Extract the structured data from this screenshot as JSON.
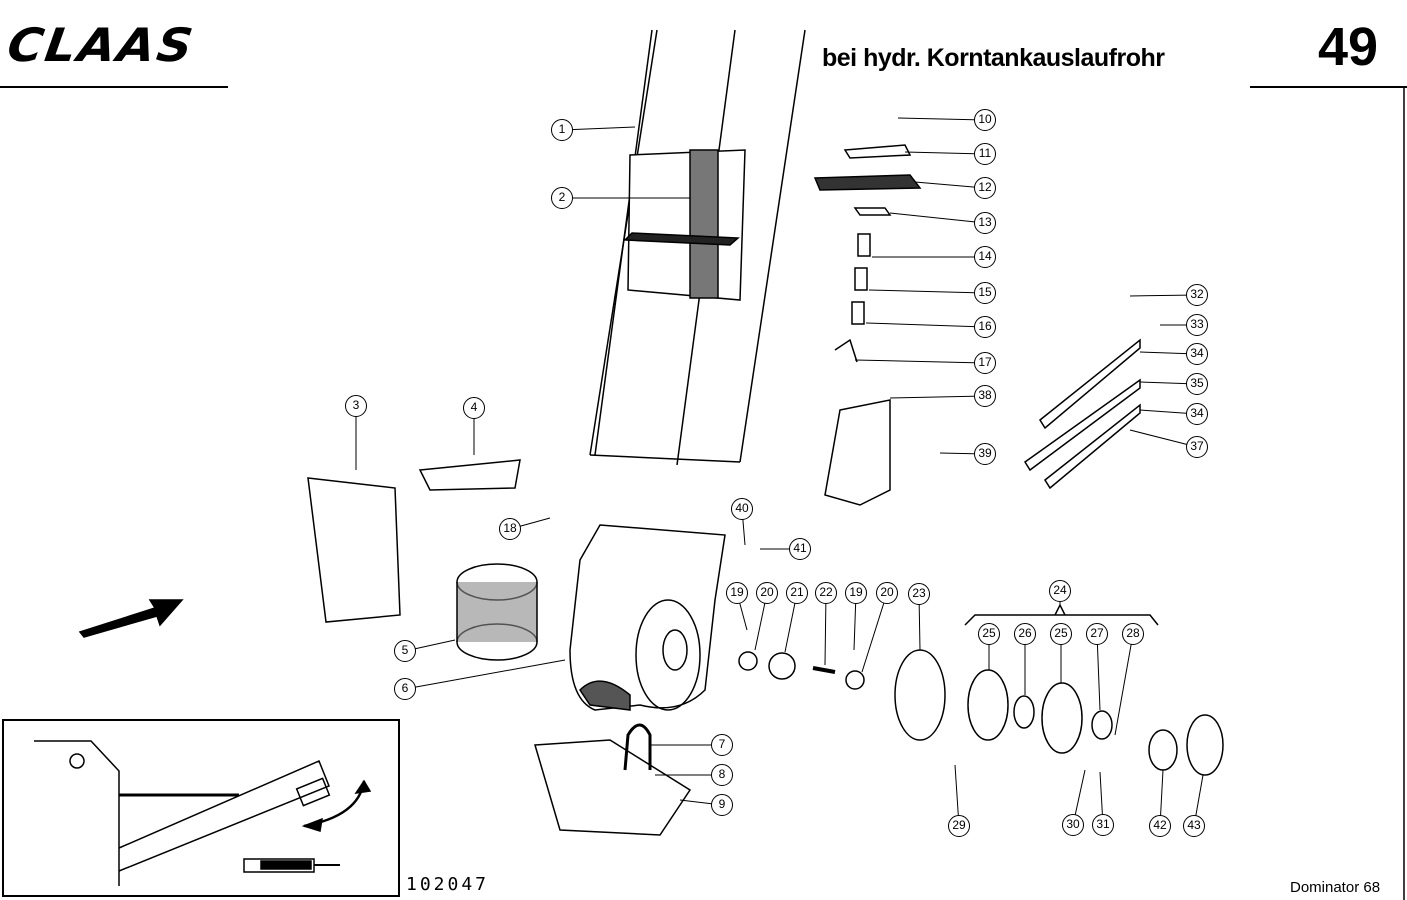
{
  "header": {
    "brand_logo": "CLAAS",
    "title": "bei hydr. Korntankauslaufrohr",
    "page_number": "49"
  },
  "footer": {
    "figure_number": "102047",
    "model": "Dominator 68"
  },
  "callouts": [
    "1",
    "2",
    "3",
    "4",
    "5",
    "6",
    "7",
    "8",
    "9",
    "10",
    "11",
    "12",
    "13",
    "14",
    "15",
    "16",
    "17",
    "18",
    "19",
    "20",
    "21",
    "22",
    "19",
    "20",
    "23",
    "24",
    "25",
    "26",
    "25",
    "27",
    "28",
    "29",
    "30",
    "31",
    "32",
    "33",
    "34",
    "35",
    "34",
    "37",
    "38",
    "39",
    "40",
    "41",
    "42",
    "43"
  ]
}
